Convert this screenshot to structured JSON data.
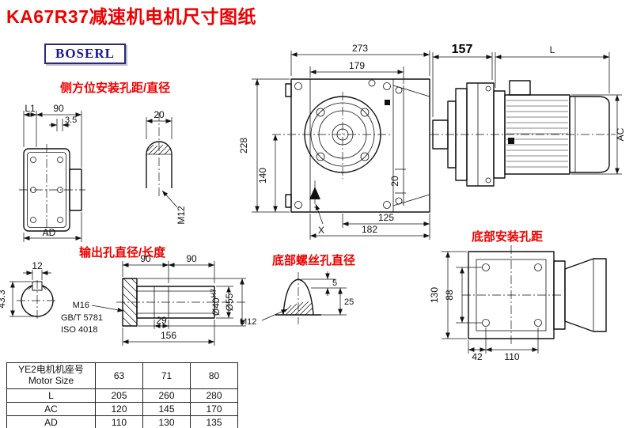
{
  "title": "KA67R37减速机电机尺寸图纸",
  "logo": "BOSERL",
  "labels": {
    "side_mount": "侧方位安装孔距/直径",
    "output_hole": "输出孔直径/长度",
    "bottom_screw": "底部螺丝孔直径",
    "bottom_mount": "底部安装孔距"
  },
  "dims": {
    "side": {
      "l1": "L1",
      "w90": "90",
      "s35": "3.5",
      "ad": "AD"
    },
    "side_port": {
      "w20": "20",
      "m12": "M12"
    },
    "front": {
      "w273": "273",
      "w179": "179",
      "h228": "228",
      "h140": "140",
      "r20": "20",
      "w125": "125",
      "w182": "182",
      "x": "X"
    },
    "motor": {
      "w157": "157",
      "l": "L",
      "ac": "AC"
    },
    "shaft": {
      "w12": "12",
      "h433": "43.3",
      "w90a": "90",
      "w90b": "90",
      "m16": "M16",
      "gb": "GB/T 5781",
      "iso": "ISO 4018",
      "w29": "29",
      "w156": "156",
      "d40": "Ø40",
      "d40_tol": "H7",
      "d55": "Ø55"
    },
    "screw": {
      "m12": "M12",
      "h5": "5",
      "h25": "25"
    },
    "bottom": {
      "h130": "130",
      "h88": "88",
      "w42": "42",
      "w110": "110"
    }
  },
  "table": {
    "header_line1": "YE2电机机座号",
    "header_line2": "Motor Size",
    "sizes": [
      "63",
      "71",
      "80"
    ],
    "rows": [
      {
        "label": "L",
        "values": [
          "205",
          "260",
          "280"
        ]
      },
      {
        "label": "AC",
        "values": [
          "120",
          "145",
          "170"
        ]
      },
      {
        "label": "AD",
        "values": [
          "110",
          "130",
          "135"
        ]
      }
    ]
  },
  "colors": {
    "accent_red": "#ee0000",
    "logo_blue": "#18189a",
    "line": "#111111"
  }
}
